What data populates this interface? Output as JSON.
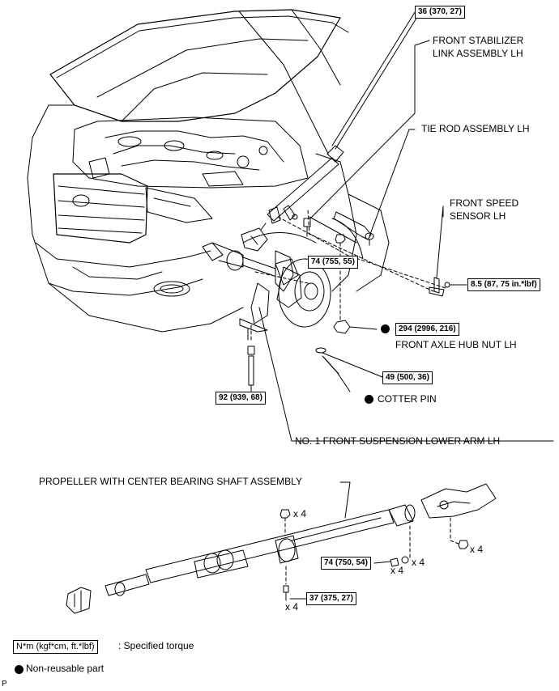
{
  "labels": {
    "stabilizer_link": "FRONT STABILIZER\nLINK ASSEMBLY LH",
    "stabilizer_link_l1": "FRONT STABILIZER",
    "stabilizer_link_l2": "LINK ASSEMBLY LH",
    "tie_rod": "TIE ROD ASSEMBLY LH",
    "speed_sensor_l1": "FRONT SPEED",
    "speed_sensor_l2": "SENSOR LH",
    "axle_hub_nut": "FRONT AXLE HUB NUT LH",
    "cotter_pin": "COTTER PIN",
    "lower_arm": "NO. 1 FRONT SUSPENSION LOWER ARM LH",
    "propeller": "PROPELLER WITH CENTER BEARING SHAFT ASSEMBLY"
  },
  "torques": {
    "t36": "36 (370, 27)",
    "t74a": "74 (755, 55)",
    "t85": "8.5 (87, 75 in.*lbf)",
    "t294": "294 (2996, 216)",
    "t49": "49 (500, 36)",
    "t92": "92 (939, 68)",
    "t74b": "74 (750, 54)",
    "t37": "37 (375, 27)"
  },
  "quantities": {
    "q1": "x 4",
    "q2": "x 4",
    "q3": "x 4",
    "q4": "x 4",
    "q5": "x 4"
  },
  "legend": {
    "torque_unit": "N*m (kgf*cm, ft.*lbf)",
    "torque_desc": ": Specified torque",
    "nonreusable": "Non-reusable part"
  },
  "corner_mark": "P"
}
